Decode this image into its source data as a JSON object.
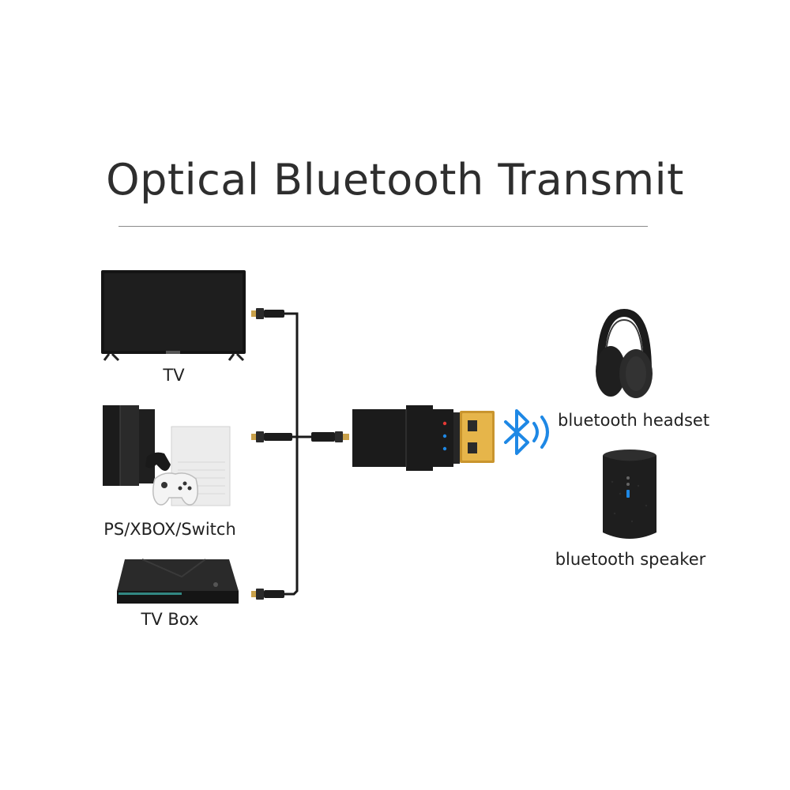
{
  "title": "Optical Bluetooth Transmit",
  "sources": [
    {
      "label": "TV",
      "icon": "tv-icon"
    },
    {
      "label": "PS/XBOX/Switch",
      "icon": "game-console-icon"
    },
    {
      "label": "TV Box",
      "icon": "tv-box-icon"
    }
  ],
  "transmitter": {
    "icon": "usb-transmitter-icon"
  },
  "bluetooth": {
    "icon": "bluetooth-signal-icon",
    "color": "#1e88e5"
  },
  "outputs": [
    {
      "label": "bluetooth headset",
      "icon": "headphones-icon"
    },
    {
      "label": "bluetooth speaker",
      "icon": "speaker-icon"
    }
  ]
}
